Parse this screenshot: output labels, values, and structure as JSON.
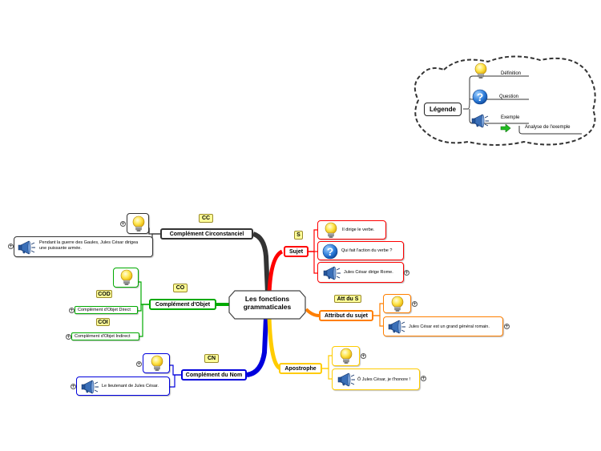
{
  "legend": {
    "title": "Légende",
    "definition": "Définition",
    "question": "Question",
    "example": "Exemple",
    "analysis": "Analyse de l'exemple"
  },
  "central": {
    "line1": "Les fonctions",
    "line2": "grammaticales"
  },
  "branches": {
    "sujet": {
      "label": "Sujet",
      "tag": "S",
      "color": "#ff0000",
      "definition": "Il dirige le verbe.",
      "question": "Qui fait l'action du verbe ?",
      "example": "Jules César dirige Rome."
    },
    "attribut": {
      "label": "Attribut du sujet",
      "tag": "Att du S",
      "color": "#ff7f00",
      "example": "Jules César est un grand général romain."
    },
    "apostrophe": {
      "label": "Apostrophe",
      "color": "#ffcc00",
      "example": "Ô Jules César, je t'honore !"
    },
    "complement_circ": {
      "label": "Complément Circonstanciel",
      "tag": "CC",
      "color": "#444444",
      "example_line1": "Pendant la guerre des Gaules, Jules César dirigea",
      "example_line2": "une puissante armée."
    },
    "complement_objet": {
      "label": "Complément d'Objet",
      "tag": "CO",
      "color": "#00aa00",
      "cod_tag": "COD",
      "cod_label": "Complément d'Objet Direct",
      "coi_tag": "COI",
      "coi_label": "Complément d'Objet Indirect"
    },
    "complement_nom": {
      "label": "Complément du Nom",
      "tag": "CN",
      "color": "#0000dd",
      "example": "Le lieutenant de Jules César."
    }
  },
  "icons": {
    "definition": "lightbulb-icon",
    "question": "question-mark-icon",
    "example": "megaphone-icon",
    "analysis": "green-arrow-icon"
  }
}
